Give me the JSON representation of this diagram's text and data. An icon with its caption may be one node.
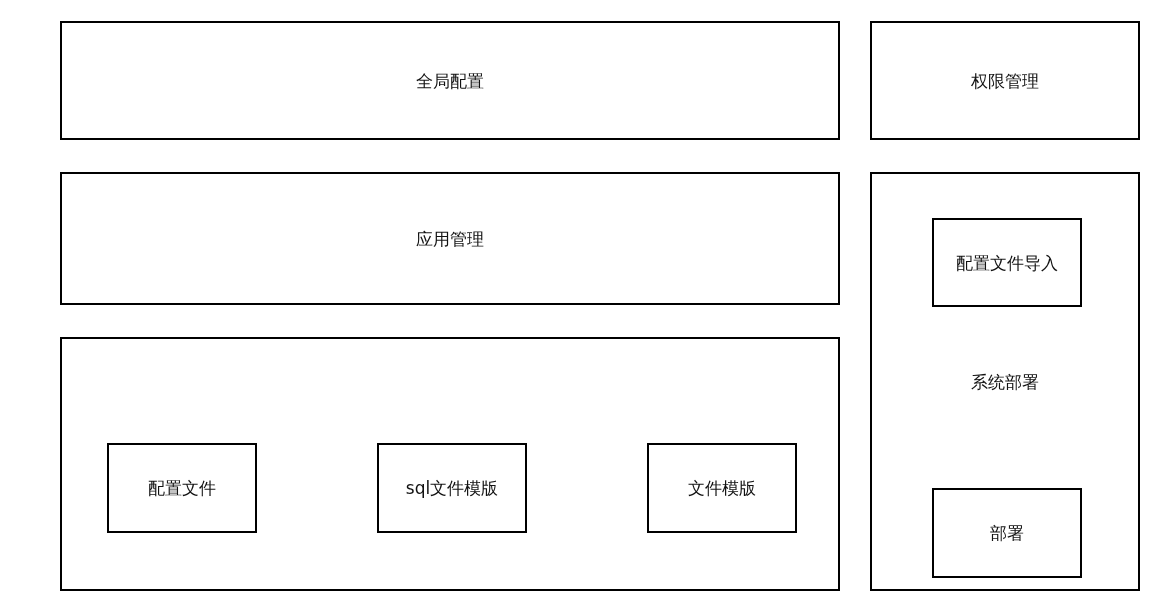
{
  "diagram": {
    "nodes": [
      {
        "text": [
          "全局配置"
        ]
      },
      {
        "text": [
          "权限管理"
        ]
      },
      {
        "text": [
          "应用管理"
        ]
      },
      {
        "text": [],
        "shape": "box"
      },
      {
        "text": [
          "配置文件"
        ],
        "in": 3
      },
      {
        "text": [
          "sql文件模版"
        ],
        "in": 3
      },
      {
        "text": [
          "文件模版"
        ],
        "in": 3
      },
      {
        "text": [
          "系统部署"
        ]
      },
      {
        "text": [
          "配置文件导入"
        ],
        "in": 7
      },
      {
        "text": [
          "部署"
        ],
        "in": 7
      }
    ]
  }
}
